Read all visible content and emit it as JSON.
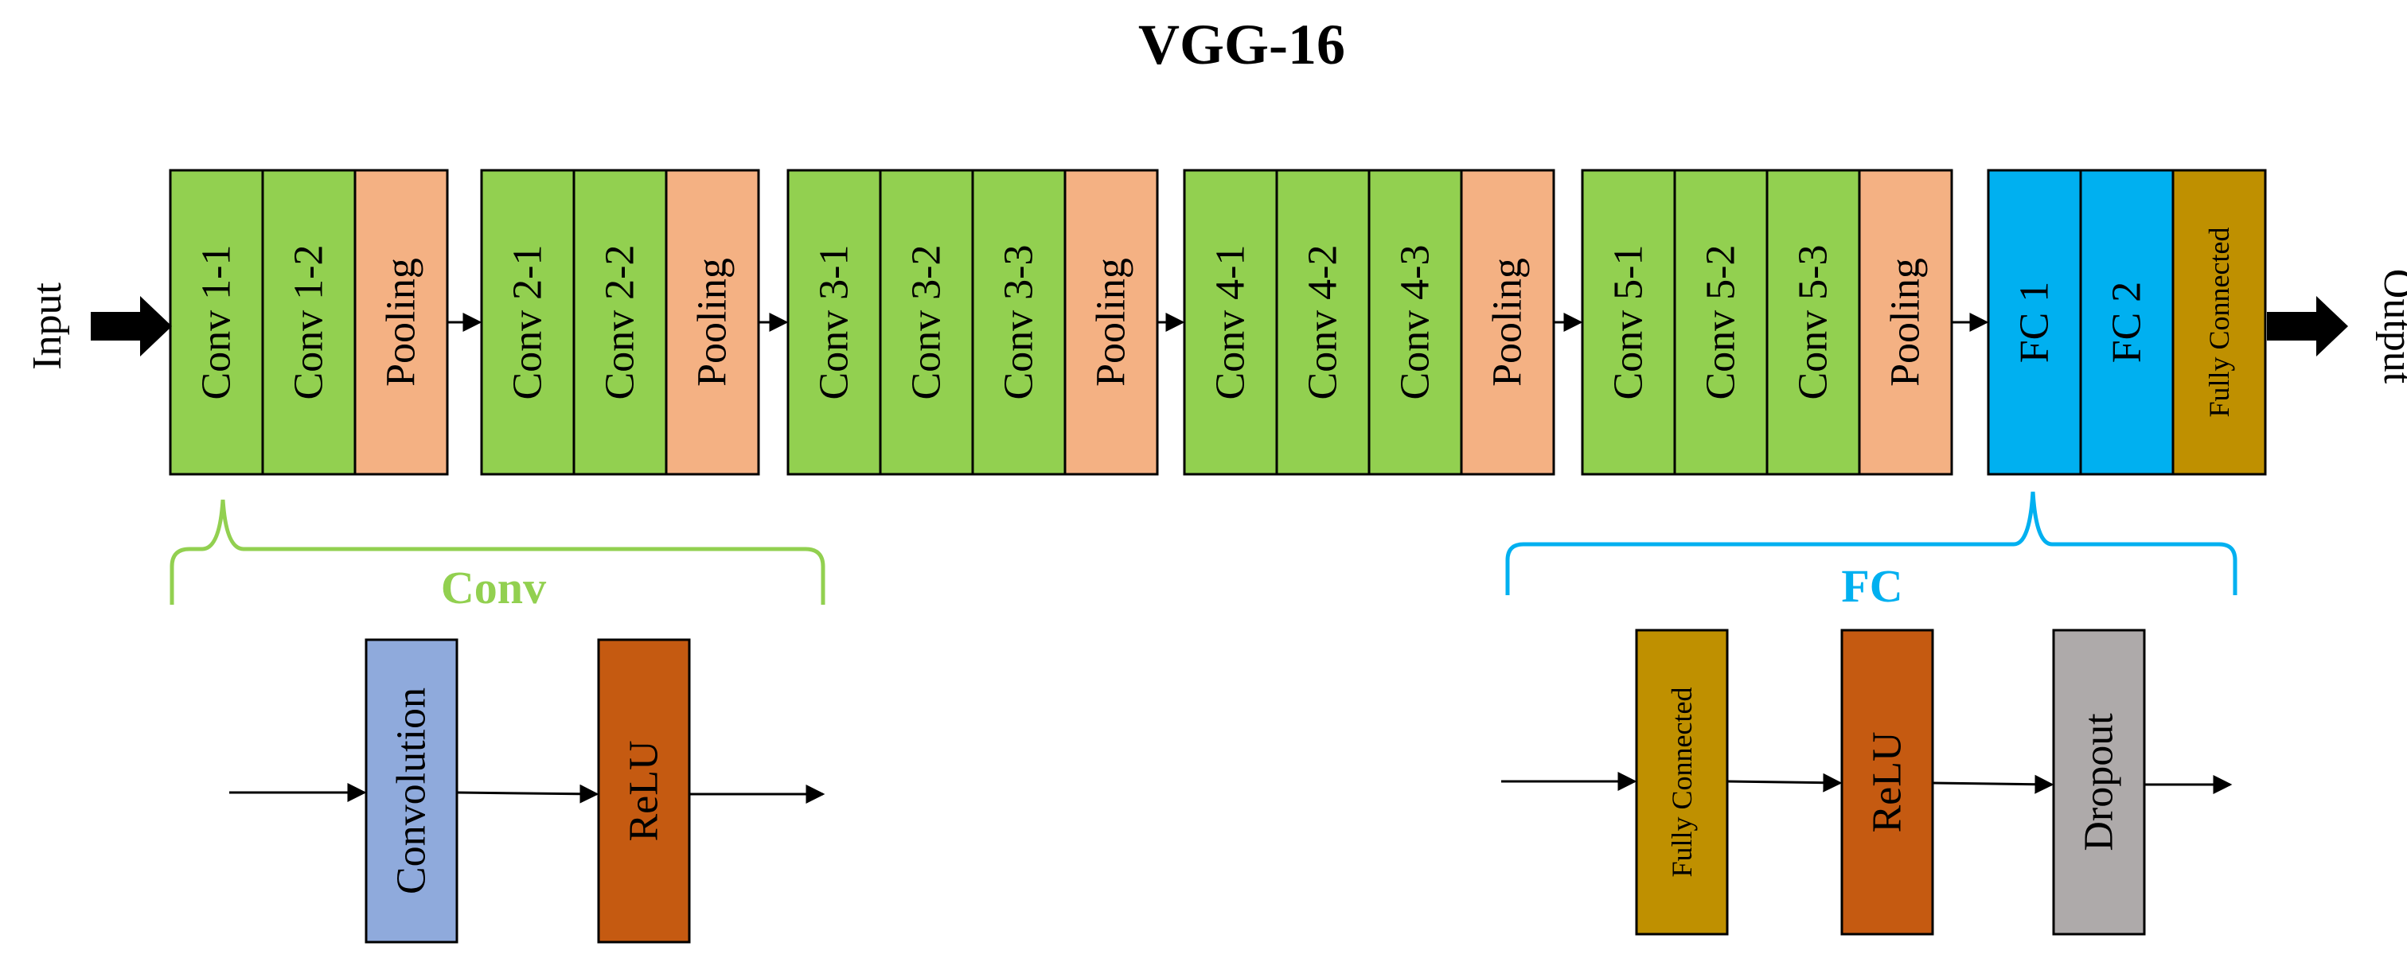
{
  "title": "VGG-16",
  "colors": {
    "conv": "#92d050",
    "pool": "#f4b183",
    "fc": "#00b0f0",
    "fully_connected": "#bf9000",
    "convolution": "#8faadc",
    "relu": "#c55a11",
    "dropout": "#aeaaaa",
    "conv_bracket": "#92d050",
    "fc_bracket": "#00b0f0"
  },
  "input_label": "Input",
  "output_label": "Output",
  "blocks": [
    {
      "label": "Conv 1-1",
      "kind": "conv"
    },
    {
      "label": "Conv 1-2",
      "kind": "conv"
    },
    {
      "label": "Pooling",
      "kind": "pool"
    },
    {
      "label": "Conv 2-1",
      "kind": "conv"
    },
    {
      "label": "Conv 2-2",
      "kind": "conv"
    },
    {
      "label": "Pooling",
      "kind": "pool"
    },
    {
      "label": "Conv 3-1",
      "kind": "conv"
    },
    {
      "label": "Conv 3-2",
      "kind": "conv"
    },
    {
      "label": "Conv 3-3",
      "kind": "conv"
    },
    {
      "label": "Pooling",
      "kind": "pool"
    },
    {
      "label": "Conv 4-1",
      "kind": "conv"
    },
    {
      "label": "Conv 4-2",
      "kind": "conv"
    },
    {
      "label": "Conv 4-3",
      "kind": "conv"
    },
    {
      "label": "Pooling",
      "kind": "pool"
    },
    {
      "label": "Conv 5-1",
      "kind": "conv"
    },
    {
      "label": "Conv 5-2",
      "kind": "conv"
    },
    {
      "label": "Conv 5-3",
      "kind": "conv"
    },
    {
      "label": "Pooling",
      "kind": "pool"
    },
    {
      "label": "FC 1",
      "kind": "fc"
    },
    {
      "label": "FC 2",
      "kind": "fc"
    },
    {
      "label": "Fully Connected",
      "kind": "fully_connected"
    }
  ],
  "conv_detail": {
    "label": "Conv",
    "blocks": [
      {
        "label": "Convolution",
        "kind": "convolution"
      },
      {
        "label": "ReLU",
        "kind": "relu"
      }
    ]
  },
  "fc_detail": {
    "label": "FC",
    "blocks": [
      {
        "label": "Fully Connected",
        "kind": "fully_connected"
      },
      {
        "label": "ReLU",
        "kind": "relu"
      },
      {
        "label": "Dropout",
        "kind": "dropout"
      }
    ]
  }
}
